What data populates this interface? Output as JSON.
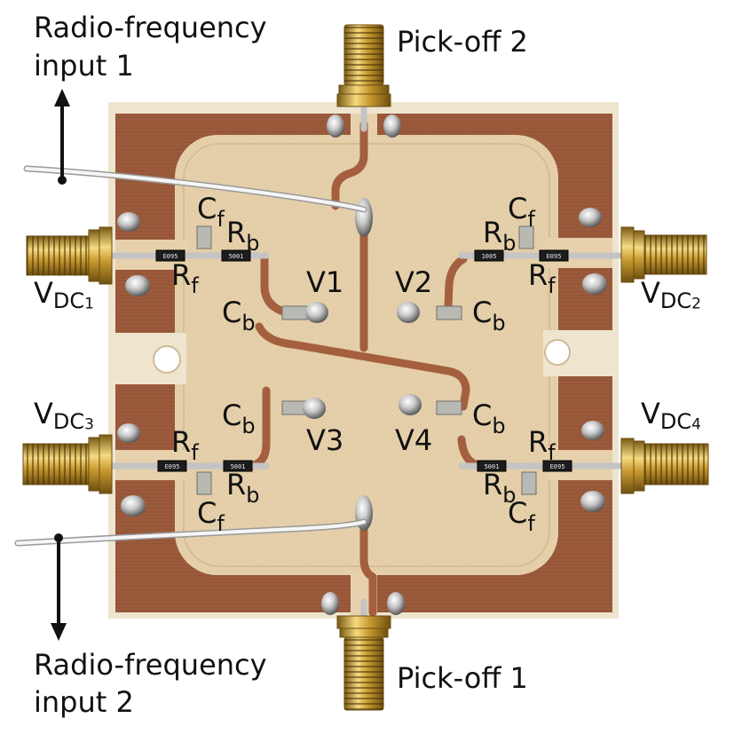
{
  "labels": {
    "rf_input_1": {
      "line1": "Radio-frequency",
      "line2": "input 1"
    },
    "rf_input_2": {
      "line1": "Radio-frequency",
      "line2": "input 2"
    },
    "pick_off_2": "Pick-off 2",
    "pick_off_1": "Pick-off 1"
  },
  "quadrants": {
    "q1": {
      "cf": {
        "main": "C",
        "sub": "f"
      },
      "rb": {
        "main": "R",
        "sub": "b"
      },
      "rf": {
        "main": "R",
        "sub": "f"
      },
      "cb": {
        "main": "C",
        "sub": "b"
      },
      "v": {
        "main": "V",
        "index": "1"
      },
      "vdc": {
        "main": "V",
        "sub": "DC",
        "index": "1"
      }
    },
    "q2": {
      "cf": {
        "main": "C",
        "sub": "f"
      },
      "rb": {
        "main": "R",
        "sub": "b"
      },
      "rf": {
        "main": "R",
        "sub": "f"
      },
      "cb": {
        "main": "C",
        "sub": "b"
      },
      "v": {
        "main": "V",
        "index": "2"
      },
      "vdc": {
        "main": "V",
        "sub": "DC",
        "index": "2"
      }
    },
    "q3": {
      "cf": {
        "main": "C",
        "sub": "f"
      },
      "rb": {
        "main": "R",
        "sub": "b"
      },
      "rf": {
        "main": "R",
        "sub": "f"
      },
      "cb": {
        "main": "C",
        "sub": "b"
      },
      "v": {
        "main": "V",
        "index": "3"
      },
      "vdc": {
        "main": "V",
        "sub": "DC",
        "index": "3"
      }
    },
    "q4": {
      "cf": {
        "main": "C",
        "sub": "f"
      },
      "rb": {
        "main": "R",
        "sub": "b"
      },
      "rf": {
        "main": "R",
        "sub": "f"
      },
      "cb": {
        "main": "C",
        "sub": "b"
      },
      "v": {
        "main": "V",
        "index": "4"
      },
      "vdc": {
        "main": "V",
        "sub": "DC",
        "index": "4"
      }
    }
  },
  "resistor_markings": {
    "q1_rf": "E095",
    "q1_rb": "5001",
    "q2_rb": "1005",
    "q2_rf": "E095",
    "q3_rf": "E095",
    "q3_rb": "5001",
    "q4_rb": "5001",
    "q4_rf": "E095"
  },
  "colors": {
    "board": "#efe5cf",
    "substrate": "#e6d1ac",
    "copper": "#9b5a3b",
    "trace": "#a45f3f",
    "solder": "#c4c4c4",
    "gold": "#d8b44e",
    "ink": "#111111"
  }
}
